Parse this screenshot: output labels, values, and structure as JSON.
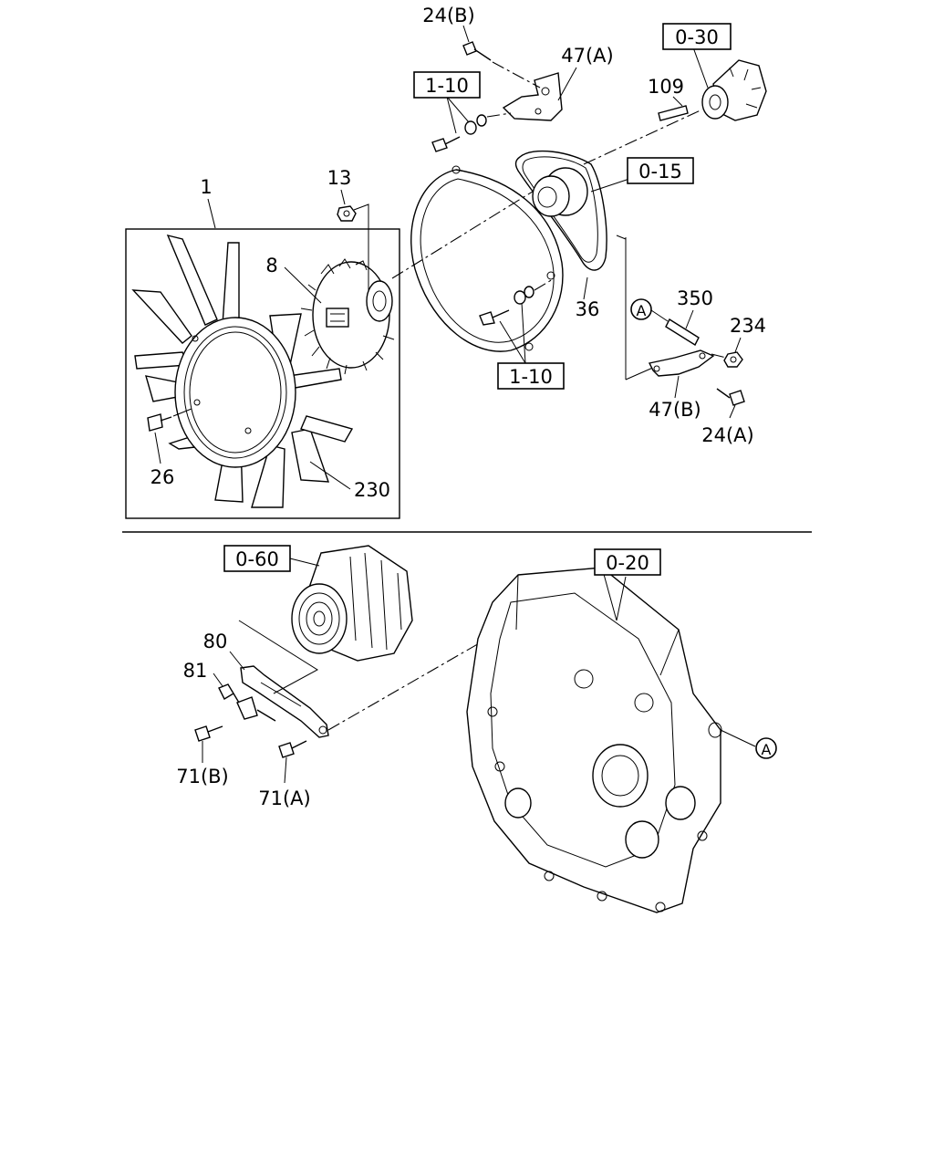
{
  "labels": {
    "l24b": "24(B)",
    "l47a": "47(A)",
    "l030": "0-30",
    "l109": "109",
    "l110a": "1-10",
    "l015": "0-15",
    "l13": "13",
    "l1": "1",
    "l8": "8",
    "l36": "36",
    "lA1": "A",
    "l350": "350",
    "l234": "234",
    "l110b": "1-10",
    "l47b": "47(B)",
    "l24a": "24(A)",
    "l26": "26",
    "l230": "230",
    "l060": "0-60",
    "l020": "0-20",
    "l80": "80",
    "l81": "81",
    "l71b": "71(B)",
    "l71a": "71(A)",
    "lA2": "A"
  }
}
